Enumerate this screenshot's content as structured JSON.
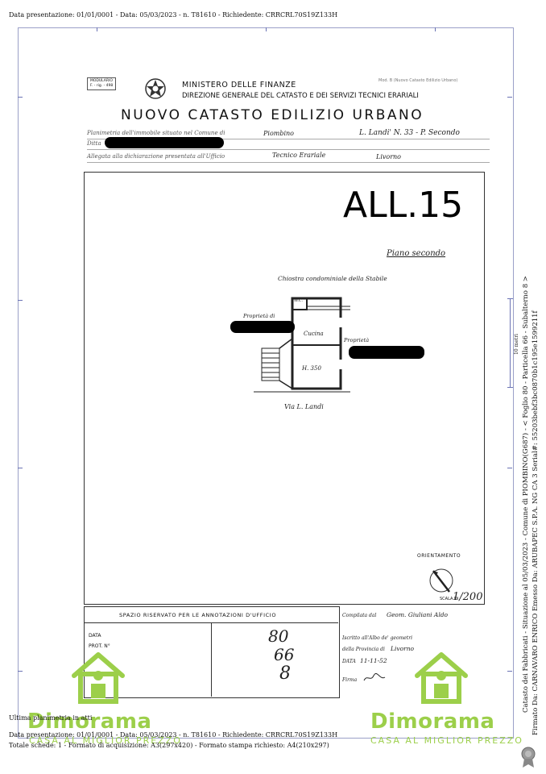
{
  "header_top": "Data presentazione: 01/01/0001 - Data: 05/03/2023 - n. T81610 - Richiedente: CRRCRL70S19Z133H",
  "form": {
    "model": "MODULARIO\nF. - rig. - 498",
    "ministry": "MINISTERO DELLE FINANZE",
    "direction": "DIREZIONE GENERALE DEL CATASTO E DEI SERVIZI TECNICI ERARIALI",
    "title": "NUOVO CATASTO EDILIZIO URBANO",
    "right_note": "Mod. B (Nuovo Catasto Edilizio Urbano)",
    "line1_label": "Planimetria dell'immobile situato nel Comune di",
    "line1_value": "Piombino",
    "line1_address": "L. Landi' N. 33 - P. Secondo",
    "line2_label": "Ditta",
    "line3_label": "Allegata alla dichiarazione presentata all'Ufficio",
    "line3_value": "Tecnico Erariale",
    "line3_city": "Livorno"
  },
  "plan": {
    "all_label": "ALL.15",
    "floor": "Piano secondo",
    "courtyard": "Chiostra condominiale della Stabile",
    "room": "Cucina",
    "height": "H. 350",
    "owner_left": "Proprietà di",
    "owner_right": "Proprietà",
    "street": "Via L. Landi",
    "wc": "W.C.",
    "orientation": "ORIENTAMENTO",
    "scale_label": "SCALA DI",
    "scale_value": "1/200"
  },
  "office": {
    "reserved": "SPAZIO RISERVATO PER LE ANNOTAZIONI D'UFFICIO",
    "data_label": "DATA",
    "prot_label": "PROT. N°",
    "numbers": [
      "80",
      "66",
      "8"
    ],
    "compiled": "Compilata dal",
    "compiled_value": "Geom. Giuliani Aldo",
    "registered": "Iscritto all'Albo de' geometri",
    "province": "della Provincia di",
    "province_value": "Livorno",
    "date_label": "DATA",
    "date_value": "11-11-52",
    "signature_label": "Firma"
  },
  "footer": {
    "ultima": "Ultima planimetria in atti",
    "line1": "Data presentazione: 01/01/0001 - Data: 05/03/2023 - n. T81610 - Richiedente: CRRCRL70S19Z133H",
    "line2": "Totale schede: 1 - Formato di acquisizione: A3(297x420) - Formato stampa richiesto: A4(210x297)"
  },
  "side": {
    "line1": "Catasto dei Fabbricati - Situazione al 05/03/2023 - Comune di PIOMBINO(G687) - < Foglio 80 - Particella 66 - Subalterno 8 >",
    "line2": "Firmato Da: CARNAVARO ENRICO Emesso Da: ARUBAPEC S.P.A. NG CA 3 Serial#: 55203bebf3bc0870b1c195e1599211f",
    "scale_note": "10 metri"
  },
  "watermark": {
    "name": "Dimorama",
    "tagline": "CASA AL MIGLIOR PREZZO"
  },
  "colors": {
    "brand_green": "#9ccf4a",
    "frame_blue": "#6b73b5"
  }
}
